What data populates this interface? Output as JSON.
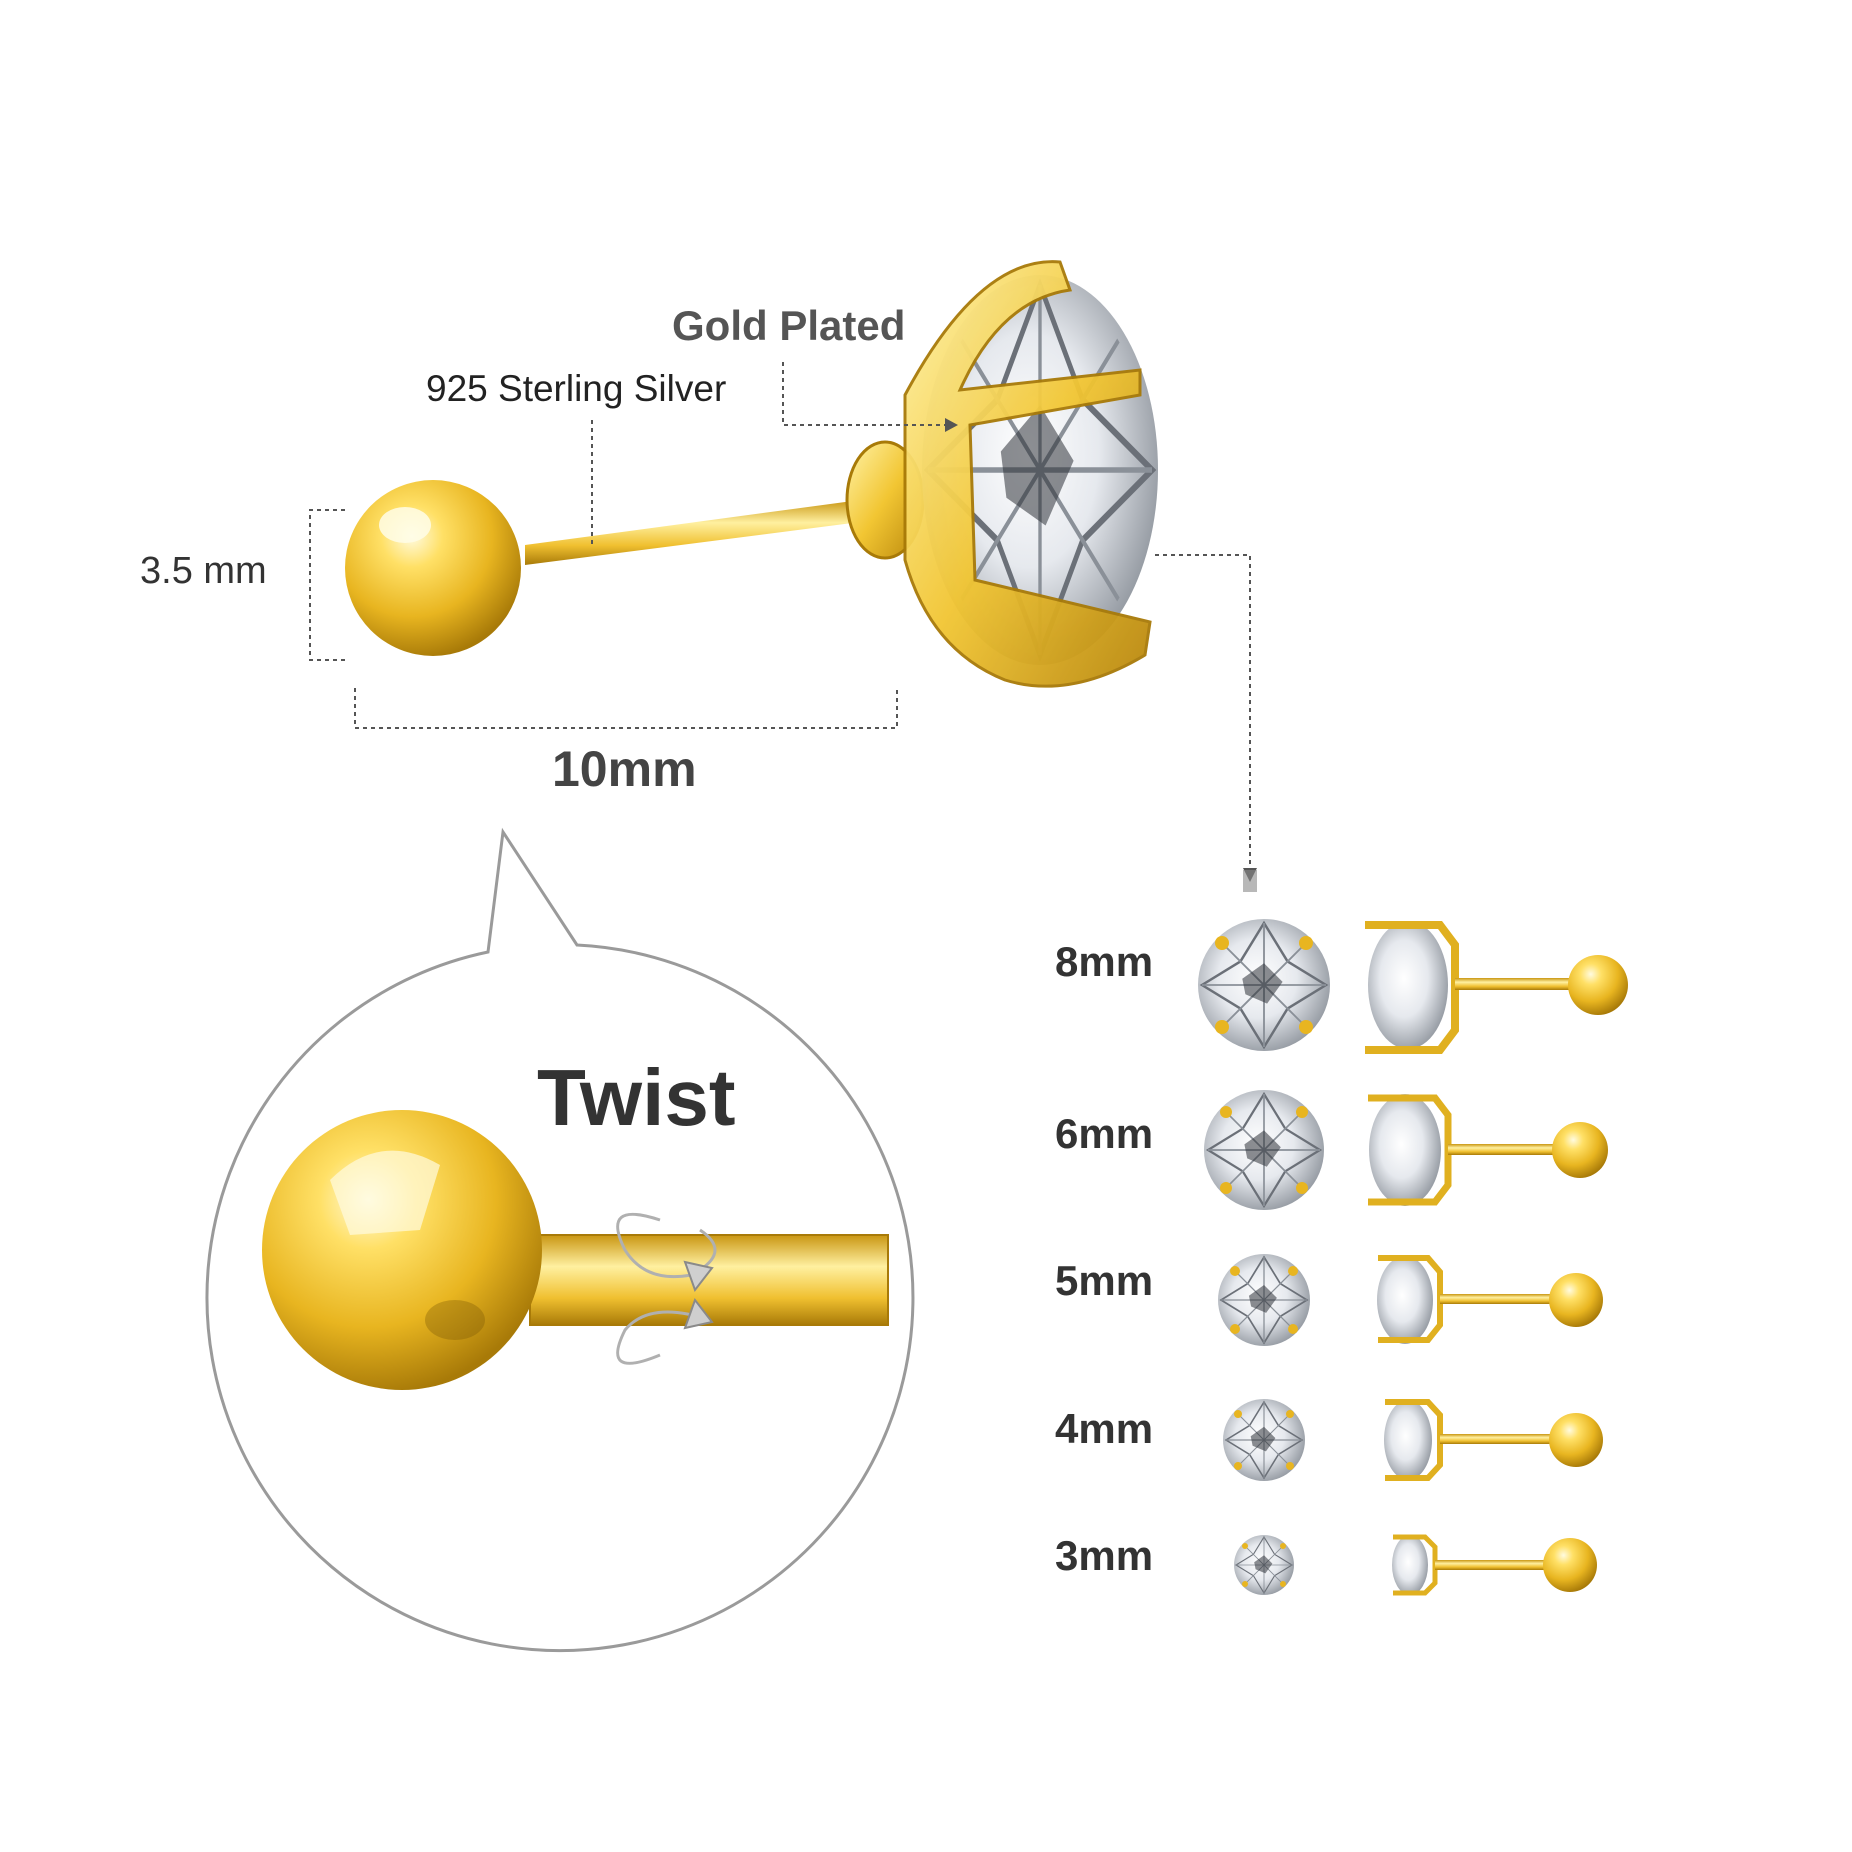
{
  "labels": {
    "gold_plated": "Gold Plated",
    "sterling_silver": "925 Sterling Silver",
    "ball_size": "3.5 mm",
    "post_length": "10mm",
    "twist": "Twist"
  },
  "sizes": [
    "8mm",
    "6mm",
    "5mm",
    "4mm",
    "3mm"
  ],
  "colors": {
    "gold_light": "#fff3a8",
    "gold_mid": "#f2c633",
    "gold_dark": "#b8860b",
    "text_dark": "#333333",
    "guide_gray": "#555555"
  }
}
